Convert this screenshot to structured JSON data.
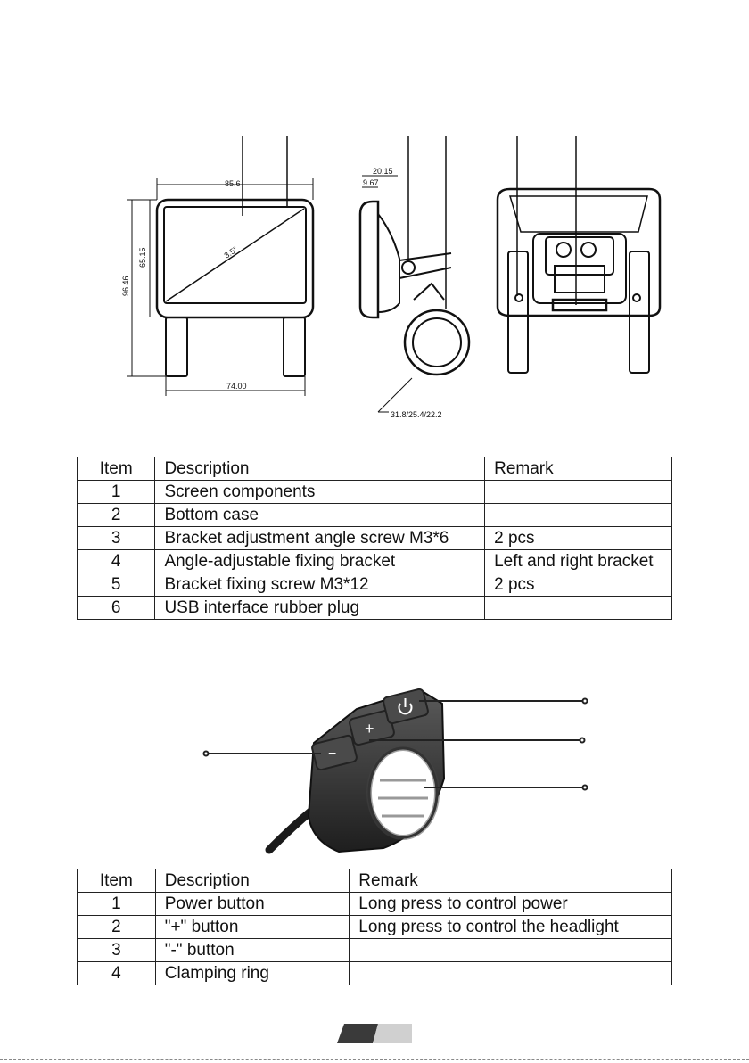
{
  "drawing": {
    "dimensions": {
      "width": "85.6",
      "height_screen": "65.15",
      "height_total": "96.46",
      "bracket_span": "74.00",
      "diagonal": "3.5\"",
      "side_depth": "20.15",
      "side_thickness": "9.67",
      "clamp_diameters": "31.8/25.4/22.2"
    }
  },
  "table1": {
    "headers": [
      "Item",
      "Description",
      "Remark"
    ],
    "rows": [
      {
        "item": "1",
        "description": "Screen components",
        "remark": ""
      },
      {
        "item": "2",
        "description": "Bottom case",
        "remark": ""
      },
      {
        "item": "3",
        "description": "Bracket adjustment angle screw M3*6",
        "remark": "2 pcs"
      },
      {
        "item": "4",
        "description": "Angle-adjustable fixing bracket",
        "remark": "Left and right bracket"
      },
      {
        "item": "5",
        "description": "Bracket fixing screw M3*12",
        "remark": "2 pcs"
      },
      {
        "item": "6",
        "description": "USB interface rubber plug",
        "remark": ""
      }
    ]
  },
  "remote": {
    "minus_symbol": "−",
    "plus_symbol": "+"
  },
  "table2": {
    "headers": [
      "Item",
      "Description",
      "Remark"
    ],
    "rows": [
      {
        "item": "1",
        "description": "Power button",
        "remark": "Long press to control power"
      },
      {
        "item": "2",
        "description": "\"+\" button",
        "remark": "Long press to control the headlight"
      },
      {
        "item": "3",
        "description": "\"-\" button",
        "remark": ""
      },
      {
        "item": "4",
        "description": "Clamping ring",
        "remark": ""
      }
    ]
  },
  "colors": {
    "page_bar_dark": "#3a3a3a",
    "page_bar_light": "#d0d0d0"
  }
}
